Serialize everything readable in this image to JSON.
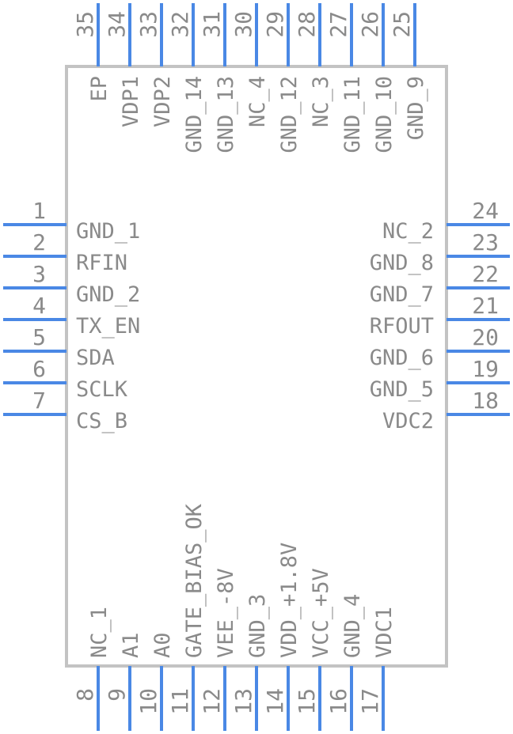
{
  "colors": {
    "pin": "#4a88e5",
    "body": "#c3c3c3",
    "text": "#8a8a8a"
  },
  "pins": {
    "left": [
      {
        "num": "1",
        "name": "GND_1"
      },
      {
        "num": "2",
        "name": "RFIN"
      },
      {
        "num": "3",
        "name": "GND_2"
      },
      {
        "num": "4",
        "name": "TX_EN"
      },
      {
        "num": "5",
        "name": "SDA"
      },
      {
        "num": "6",
        "name": "SCLK"
      },
      {
        "num": "7",
        "name": "CS_B"
      }
    ],
    "bottom": [
      {
        "num": "8",
        "name": "NC_1"
      },
      {
        "num": "9",
        "name": "A1"
      },
      {
        "num": "10",
        "name": "A0"
      },
      {
        "num": "11",
        "name": "GATE_BIAS_OK"
      },
      {
        "num": "12",
        "name": "VEE_-8V"
      },
      {
        "num": "13",
        "name": "GND_3"
      },
      {
        "num": "14",
        "name": "VDD_+1.8V"
      },
      {
        "num": "15",
        "name": "VCC_+5V"
      },
      {
        "num": "16",
        "name": "GND_4"
      },
      {
        "num": "17",
        "name": "VDC1"
      }
    ],
    "right": [
      {
        "num": "24",
        "name": "NC_2"
      },
      {
        "num": "23",
        "name": "GND_8"
      },
      {
        "num": "22",
        "name": "GND_7"
      },
      {
        "num": "21",
        "name": "RFOUT"
      },
      {
        "num": "20",
        "name": "GND_6"
      },
      {
        "num": "19",
        "name": "GND_5"
      },
      {
        "num": "18",
        "name": "VDC2"
      }
    ],
    "top": [
      {
        "num": "35",
        "name": "EP"
      },
      {
        "num": "34",
        "name": "VDP1"
      },
      {
        "num": "33",
        "name": "VDP2"
      },
      {
        "num": "32",
        "name": "GND_14"
      },
      {
        "num": "31",
        "name": "GND_13"
      },
      {
        "num": "30",
        "name": "NC_4"
      },
      {
        "num": "29",
        "name": "GND_12"
      },
      {
        "num": "28",
        "name": "NC_3"
      },
      {
        "num": "27",
        "name": "GND_11"
      },
      {
        "num": "26",
        "name": "GND_10"
      },
      {
        "num": "25",
        "name": "GND_9"
      }
    ]
  }
}
